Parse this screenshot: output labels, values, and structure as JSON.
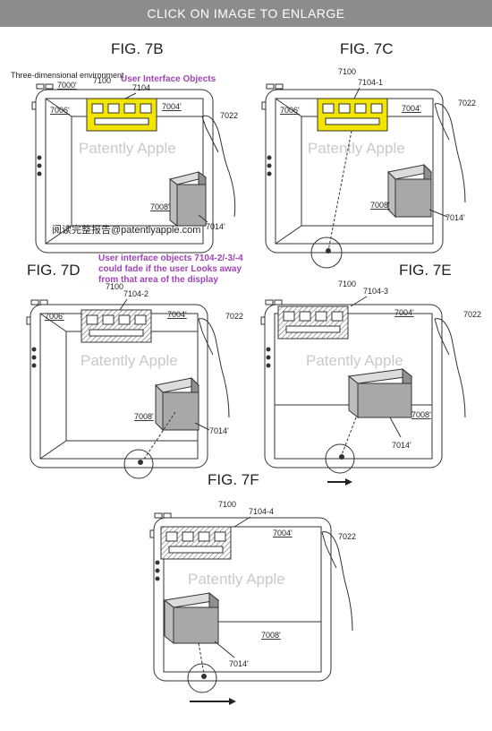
{
  "banner": {
    "text": "CLICK ON IMAGE TO ENLARGE"
  },
  "figures": {
    "fig7b": {
      "title": "FIG. 7B",
      "env_label": "Three-dimensional environment",
      "env_ref": "7000'",
      "device_ref": "7100",
      "uio_heading": "User Interface Objects",
      "uio_ref": "7104",
      "wall_ref": "7004'",
      "left_wall_ref": "7006'",
      "floor_ref": "7008'",
      "object_ref": "7014'",
      "hand_ref": "7022",
      "watermark": "Patently Apple",
      "site": "阅读完整报告@patentlyapple.com"
    },
    "fig7c": {
      "title": "FIG. 7C",
      "device_ref": "7100",
      "uio_ref": "7104-1",
      "wall_ref": "7004'",
      "left_wall_ref": "7006'",
      "floor_ref": "7008'",
      "object_ref": "7014'",
      "hand_ref": "7022",
      "watermark": "Patently Apple"
    },
    "fig7d": {
      "title": "FIG. 7D",
      "note_line1": "User interface objects 7104-2/-3/-4",
      "note_line2": "could fade if the user Looks away",
      "note_line3": "from that area of the display",
      "device_ref": "7100",
      "uio_ref": "7104-2",
      "wall_ref": "7004'",
      "left_wall_ref": "7006'",
      "floor_ref": "7008'",
      "object_ref": "7014'",
      "hand_ref": "7022",
      "watermark": "Patently Apple"
    },
    "fig7e": {
      "title": "FIG. 7E",
      "device_ref": "7100",
      "uio_ref": "7104-3",
      "wall_ref": "7004'",
      "floor_ref": "7008'",
      "object_ref": "7014'",
      "hand_ref": "7022",
      "watermark": "Patently Apple"
    },
    "fig7f": {
      "title": "FIG.  7F",
      "device_ref": "7100",
      "uio_ref": "7104-4",
      "wall_ref": "7004'",
      "floor_ref": "7008'",
      "object_ref": "7014'",
      "hand_ref": "7022",
      "watermark": "Patently Apple"
    }
  },
  "colors": {
    "highlight": "#f2e500",
    "accent": "#a044b8"
  }
}
